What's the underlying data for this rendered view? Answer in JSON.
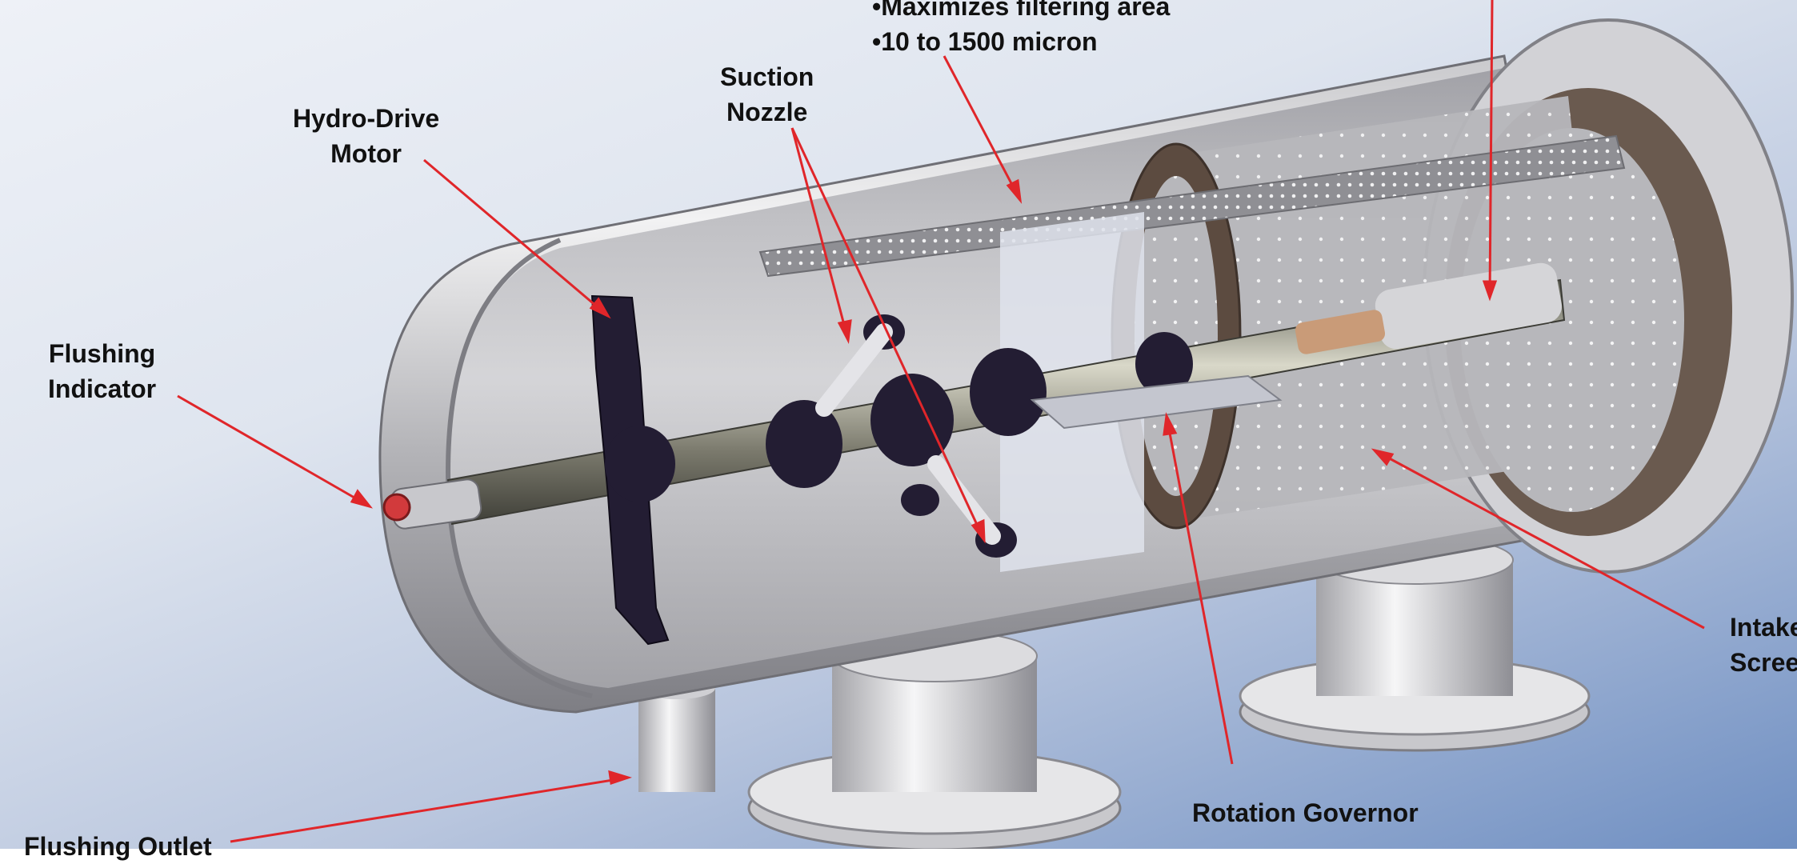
{
  "labels": {
    "bullets": [
      "Maximizes filtering area",
      "10 to 1500 micron"
    ],
    "suction_nozzle": [
      "Suction",
      "Nozzle"
    ],
    "hydro_drive_motor": [
      "Hydro-Drive",
      "Motor"
    ],
    "flushing_indicator": [
      "Flushing",
      "Indicator"
    ],
    "flushing_outlet": "Flushing Outlet",
    "rotation_governor": "Rotation Governor",
    "intake_screen": [
      "Intake",
      "Screen"
    ]
  },
  "colors": {
    "arrow": "#e0262a",
    "motor": "#231d33",
    "steel_light": "#e9e9ea",
    "steel_dark": "#8d8d92",
    "flange_brown": "#5b4a40"
  }
}
